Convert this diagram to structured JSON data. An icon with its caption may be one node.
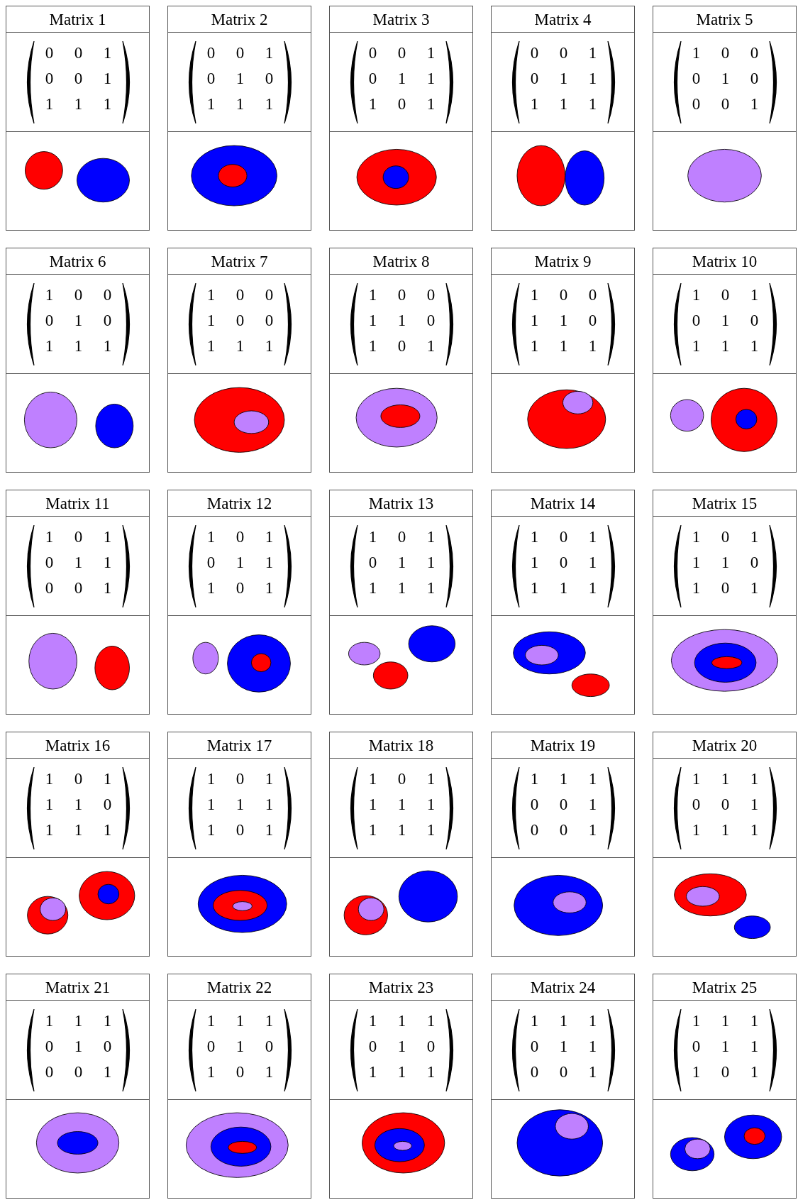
{
  "diagram": {
    "nodes": [
      {
        "text": [
          "Matrix 1",
          "0",
          "0",
          "1",
          "0",
          "0",
          "1",
          "1",
          "1",
          "1"
        ]
      },
      {
        "text": [
          "Matrix 2",
          "0",
          "0",
          "1",
          "0",
          "1",
          "0",
          "1",
          "1",
          "1"
        ]
      },
      {
        "text": [
          "Matrix 3",
          "0",
          "0",
          "1",
          "0",
          "1",
          "1",
          "1",
          "0",
          "1"
        ]
      },
      {
        "text": [
          "Matrix 4",
          "0",
          "0",
          "1",
          "0",
          "1",
          "1",
          "1",
          "1",
          "1"
        ]
      },
      {
        "text": [
          "Matrix 5",
          "1",
          "0",
          "0",
          "0",
          "1",
          "0",
          "0",
          "0",
          "1"
        ]
      },
      {
        "text": [
          "Matrix 6",
          "1",
          "0",
          "0",
          "0",
          "1",
          "0",
          "1",
          "1",
          "1"
        ]
      },
      {
        "text": [
          "Matrix 7",
          "1",
          "0",
          "0",
          "1",
          "0",
          "0",
          "1",
          "1",
          "1"
        ]
      },
      {
        "text": [
          "Matrix 8",
          "1",
          "0",
          "0",
          "1",
          "1",
          "0",
          "1",
          "0",
          "1"
        ]
      },
      {
        "text": [
          "Matrix 9",
          "1",
          "0",
          "0",
          "1",
          "1",
          "0",
          "1",
          "1",
          "1"
        ]
      },
      {
        "text": [
          "Matrix 10",
          "1",
          "0",
          "1",
          "0",
          "1",
          "0",
          "1",
          "1",
          "1"
        ]
      },
      {
        "text": [
          "Matrix 11",
          "1",
          "0",
          "1",
          "0",
          "1",
          "1",
          "0",
          "0",
          "1"
        ]
      },
      {
        "text": [
          "Matrix 12",
          "1",
          "0",
          "1",
          "0",
          "1",
          "1",
          "1",
          "0",
          "1"
        ]
      },
      {
        "text": [
          "Matrix 13",
          "1",
          "0",
          "1",
          "0",
          "1",
          "1",
          "1",
          "1",
          "1"
        ]
      },
      {
        "text": [
          "Matrix 14",
          "1",
          "0",
          "1",
          "1",
          "0",
          "1",
          "1",
          "1",
          "1"
        ]
      },
      {
        "text": [
          "Matrix 15",
          "1",
          "0",
          "1",
          "1",
          "1",
          "0",
          "1",
          "0",
          "1"
        ]
      },
      {
        "text": [
          "Matrix 16",
          "1",
          "0",
          "1",
          "1",
          "1",
          "0",
          "1",
          "1",
          "1"
        ]
      },
      {
        "text": [
          "Matrix 17",
          "1",
          "0",
          "1",
          "1",
          "1",
          "1",
          "1",
          "0",
          "1"
        ]
      },
      {
        "text": [
          "Matrix 18",
          "1",
          "0",
          "1",
          "1",
          "1",
          "1",
          "1",
          "1",
          "1"
        ]
      },
      {
        "text": [
          "Matrix 19",
          "1",
          "1",
          "1",
          "0",
          "0",
          "1",
          "0",
          "0",
          "1"
        ]
      },
      {
        "text": [
          "Matrix 20",
          "1",
          "1",
          "1",
          "0",
          "0",
          "1",
          "1",
          "1",
          "1"
        ]
      },
      {
        "text": [
          "Matrix 21",
          "1",
          "1",
          "1",
          "0",
          "1",
          "0",
          "0",
          "0",
          "1"
        ]
      },
      {
        "text": [
          "Matrix 22",
          "1",
          "1",
          "1",
          "0",
          "1",
          "0",
          "1",
          "0",
          "1"
        ]
      },
      {
        "text": [
          "Matrix 23",
          "1",
          "1",
          "1",
          "0",
          "1",
          "0",
          "1",
          "1",
          "1"
        ]
      },
      {
        "text": [
          "Matrix 24",
          "1",
          "1",
          "1",
          "0",
          "1",
          "1",
          "0",
          "0",
          "1"
        ]
      },
      {
        "text": [
          "Matrix 25",
          "1",
          "1",
          "1",
          "0",
          "1",
          "1",
          "1",
          "0",
          "1"
        ]
      }
    ]
  }
}
